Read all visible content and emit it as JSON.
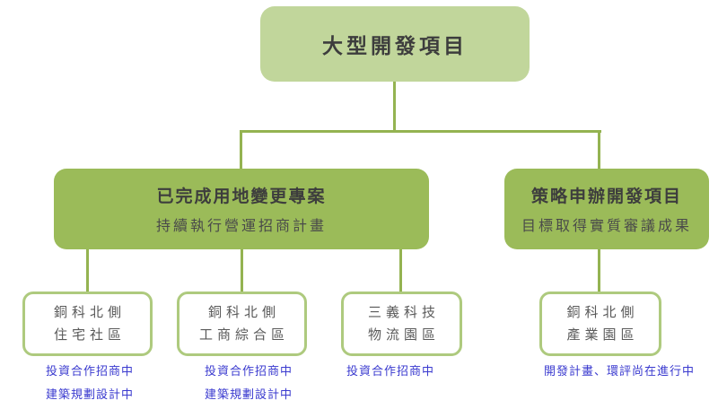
{
  "root": {
    "label": "大型開發項目"
  },
  "branches": [
    {
      "title": "已完成用地變更專案",
      "subtitle": "持續執行營運招商計畫"
    },
    {
      "title": "策略申辦開發項目",
      "subtitle": "目標取得實質審議成果"
    }
  ],
  "leaves": [
    {
      "line1": "銅科北側",
      "line2": "住宅社區",
      "statuses": [
        "投資合作招商中",
        "建築規劃設計中"
      ]
    },
    {
      "line1": "銅科北側",
      "line2": "工商綜合區",
      "statuses": [
        "投資合作招商中",
        "建築規劃設計中"
      ]
    },
    {
      "line1": "三義科技",
      "line2": "物流園區",
      "statuses": [
        "投資合作招商中"
      ]
    },
    {
      "line1": "銅科北側",
      "line2": "產業園區",
      "statuses": [
        "開發計畫、環評尚在進行中"
      ]
    }
  ],
  "colors": {
    "box-light": "#C1D69B",
    "box-medium": "#9BBB59",
    "leaf-border": "#AECA7E",
    "line": "#94B351",
    "heading-text": "#3D3D3D",
    "subtitle-text": "#4A4A4A",
    "leaf-text": "#595959",
    "status-text": "#3A3ACF"
  }
}
